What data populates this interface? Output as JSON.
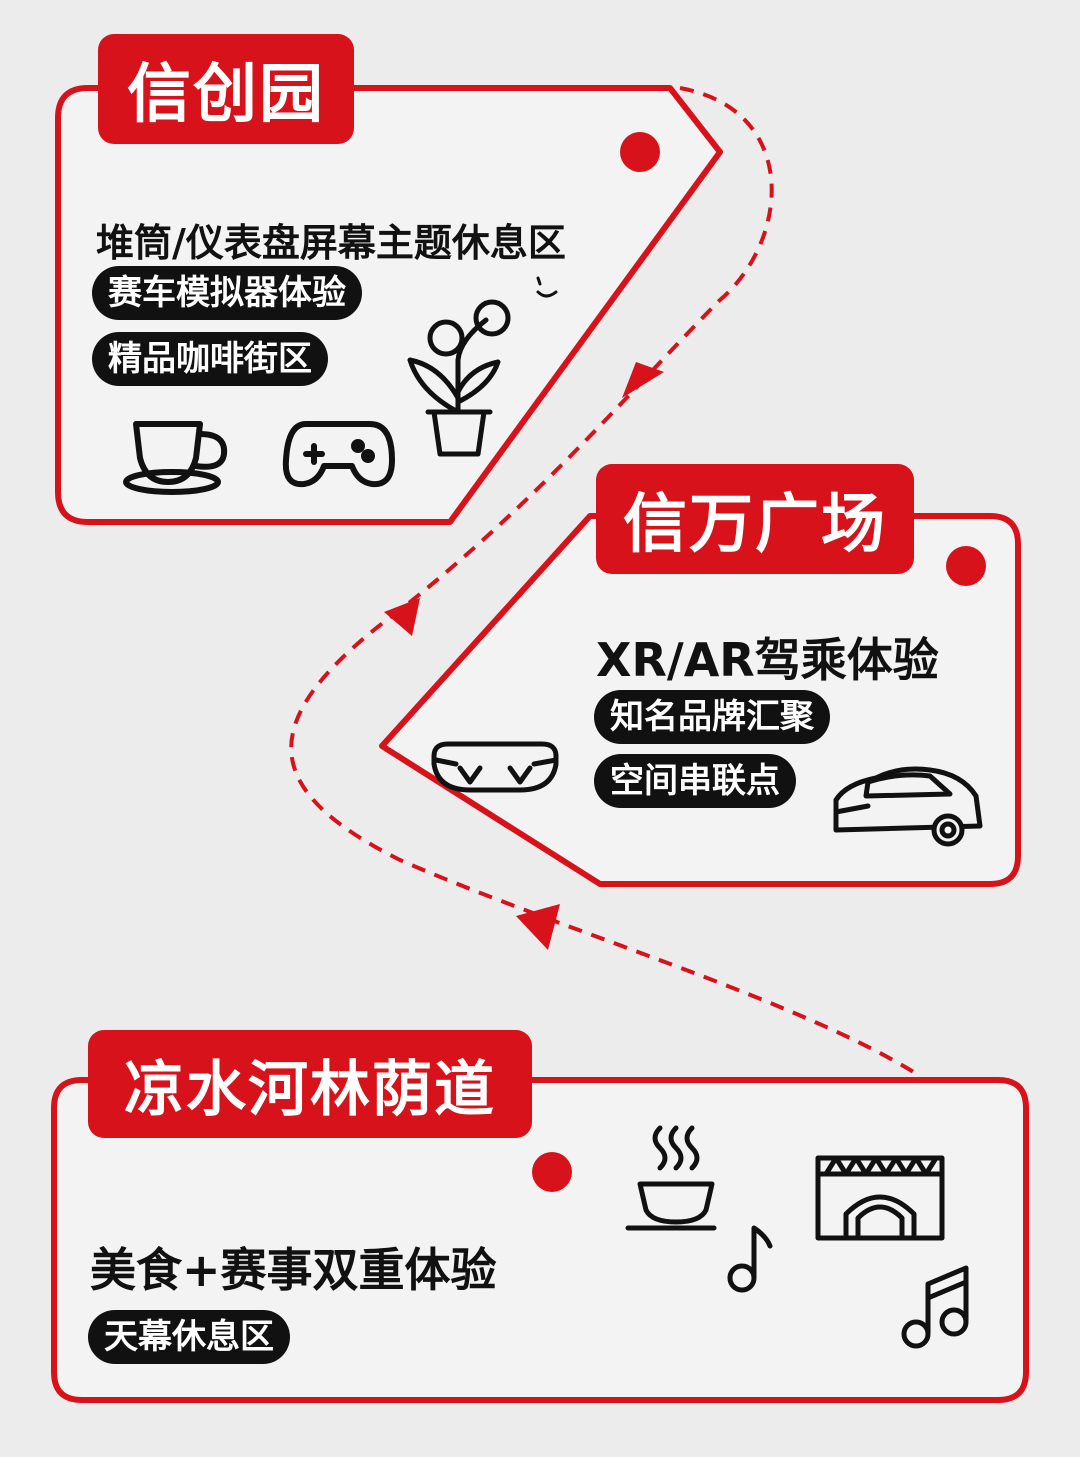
{
  "colors": {
    "accent": "#d8121a",
    "ink": "#111111",
    "card": "#f3f3f3",
    "background": "#ececec"
  },
  "stops": [
    {
      "title": "信创园",
      "headline": "堆筒/仪表盘屏幕主题休息区",
      "tags": [
        "赛车模拟器体验",
        "精品咖啡街区"
      ],
      "icons": [
        "coffee-cup-icon",
        "game-controller-icon",
        "flower-pot-icon"
      ]
    },
    {
      "title": "信万广场",
      "headline": "XR/AR驾乘体验",
      "tags": [
        "知名品牌汇聚",
        "空间串联点"
      ],
      "icons": [
        "vr-goggles-icon",
        "car-icon"
      ]
    },
    {
      "title": "凉水河林荫道",
      "headline": "美食+赛事双重体验",
      "tags": [
        "天幕休息区"
      ],
      "icons": [
        "hot-drink-icon",
        "music-note-icon",
        "stage-icon",
        "double-music-note-icon"
      ]
    }
  ]
}
